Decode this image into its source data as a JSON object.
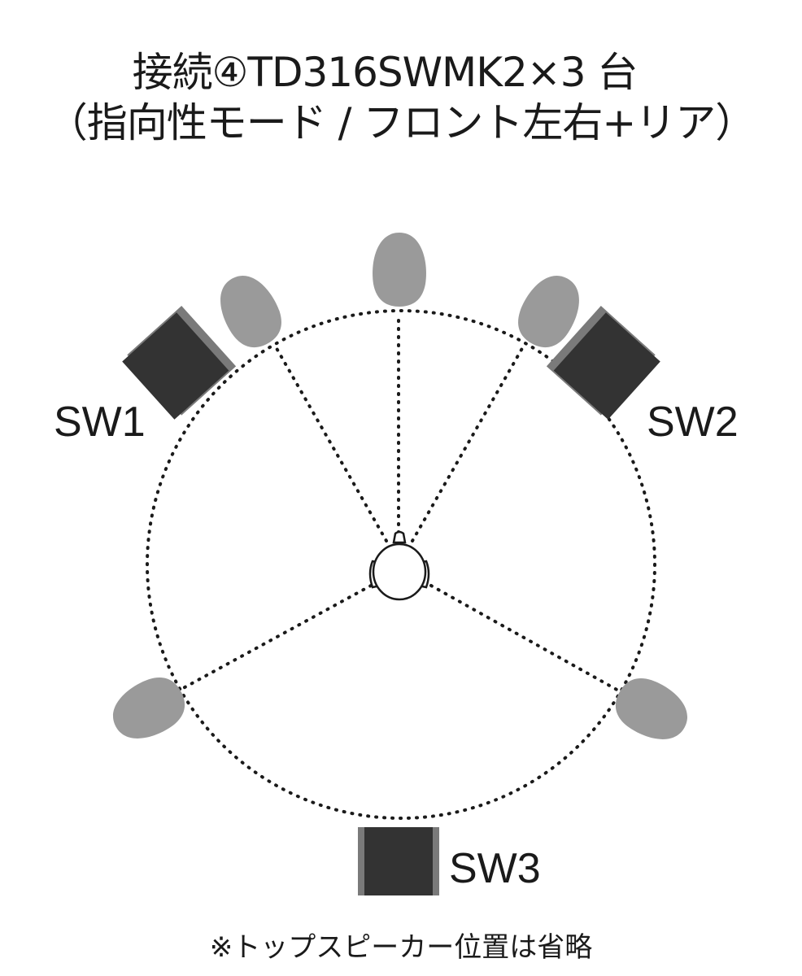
{
  "title": {
    "line1": "接続④TD316SWMK2×3 台",
    "line2": "（指向性モード / フロント左右+リア）"
  },
  "subwoofers": [
    {
      "id": "sw1",
      "label": "SW1"
    },
    {
      "id": "sw2",
      "label": "SW2"
    },
    {
      "id": "sw3",
      "label": "SW3"
    }
  ],
  "note": "※トップスピーカー位置は省略",
  "colors": {
    "subwoofer": "#333333",
    "subwoofer_edge": "#7a7a7a",
    "speaker": "#9a9a9a",
    "dotted_line": "#1a1a1a",
    "text": "#1a1a1a"
  }
}
